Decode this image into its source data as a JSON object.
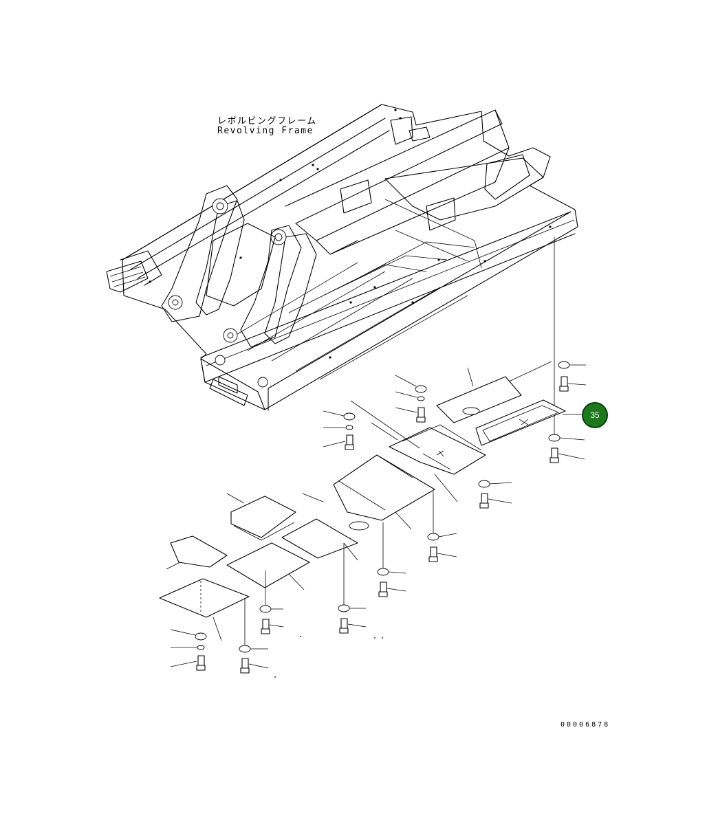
{
  "labels": {
    "title_jp": "レボルビングフレーム",
    "title_en": "Revolving Frame"
  },
  "callout": {
    "number": "35",
    "color": "#1c7a1c"
  },
  "reference_number": "00006878"
}
